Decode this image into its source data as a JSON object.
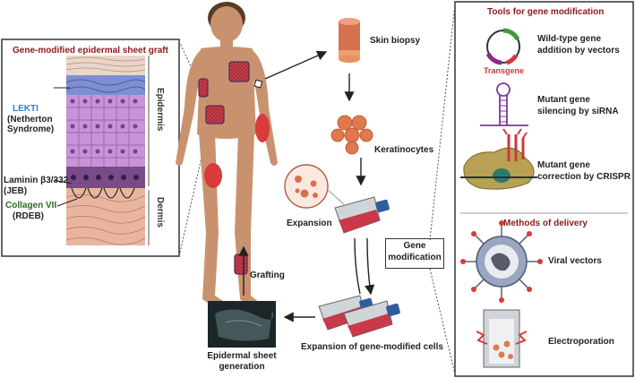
{
  "left_panel": {
    "title": "Gene-modified epidermal sheet graft",
    "layer_epidermis": "Epidermis",
    "layer_dermis": "Dermis",
    "lekti": "LEKTI",
    "lekti_disease_1": "(Netherton",
    "lekti_disease_2": "Syndrome)",
    "laminin": "Laminin β3/332",
    "laminin_disease": "(JEB)",
    "collagen": "Collagen VII",
    "collagen_disease": "(RDEB)"
  },
  "workflow": {
    "skin_biopsy": "Skin biopsy",
    "keratinocytes": "Keratinocytes",
    "expansion": "Expansion",
    "gene_modification_1": "Gene",
    "gene_modification_2": "modification",
    "expansion_modified": "Expansion of gene-modified cells",
    "epidermal_sheet_1": "Epidermal sheet",
    "epidermal_sheet_2": "generation",
    "grafting": "Grafting"
  },
  "right_panel": {
    "tools_title": "Tools for gene modification",
    "tool_1_line1": "Wild-type gene",
    "tool_1_line2": "addition by vectors",
    "transgene": "Transgene",
    "tool_2_line1": "Mutant gene",
    "tool_2_line2": "silencing by siRNA",
    "tool_3_line1": "Mutant gene",
    "tool_3_line2": "correction by CRISPR",
    "delivery_title": "Methods of delivery",
    "delivery_1": "Viral vectors",
    "delivery_2": "Electroporation"
  },
  "colors": {
    "title_red": "#8b1a1a",
    "skin": "#c9926e",
    "lesion": "#d93a3a",
    "lekti_blue": "#2a7fd4",
    "collagen_green": "#2e6b1f",
    "flask_red": "#c8394a"
  }
}
